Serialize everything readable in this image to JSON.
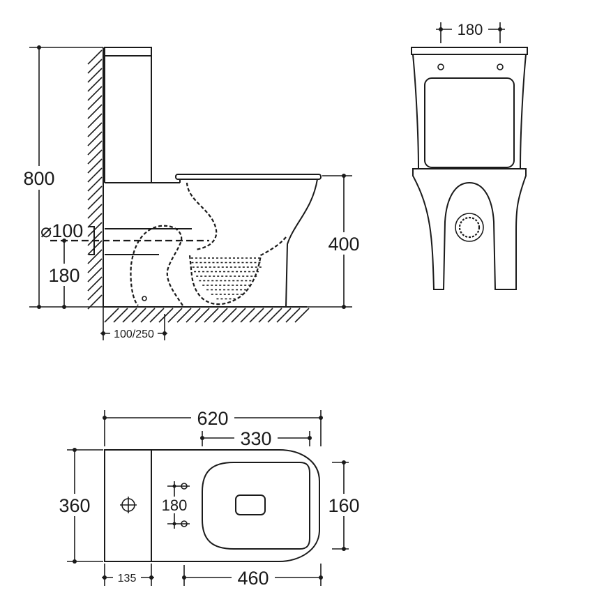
{
  "side_view": {
    "height_total": "800",
    "pipe_diameter": "⌀100",
    "outlet_height": "180",
    "seat_height": "400",
    "wall_distance": "100/250"
  },
  "front_view": {
    "fixing_spacing": "180"
  },
  "top_view": {
    "overall_length": "620",
    "bowl_length": "330",
    "overall_width": "360",
    "fixing_spacing": "180",
    "bowl_width": "160",
    "tank_depth": "135",
    "pan_length": "460"
  }
}
